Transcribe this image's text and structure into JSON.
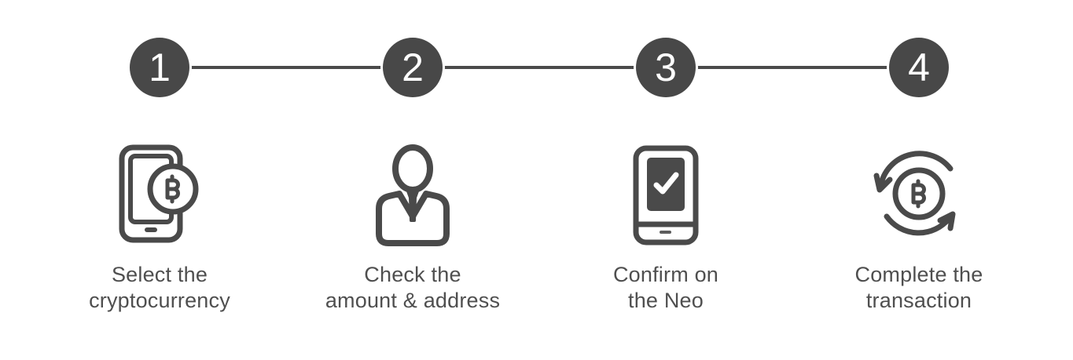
{
  "diagram": {
    "type": "horizontal-stepper-process",
    "colors": {
      "background": "#ffffff",
      "primary": "#4a4a4a",
      "step_circle_fill": "#484848",
      "step_number_color": "#ffffff",
      "connector_color": "#4a4a4a",
      "label_color": "#4f4f4f",
      "checkmark_color": "#ffffff"
    },
    "steps": [
      {
        "number": "1",
        "icon": "smartphone-bitcoin-icon",
        "label_line1": "Select the",
        "label_line2": "cryptocurrency"
      },
      {
        "number": "2",
        "icon": "person-icon",
        "label_line1": "Check the",
        "label_line2": "amount & address"
      },
      {
        "number": "3",
        "icon": "device-checkmark-icon",
        "label_line1": "Confirm on",
        "label_line2": "the Neo"
      },
      {
        "number": "4",
        "icon": "bitcoin-sync-icon",
        "label_line1": "Complete the",
        "label_line2": "transaction"
      }
    ]
  }
}
